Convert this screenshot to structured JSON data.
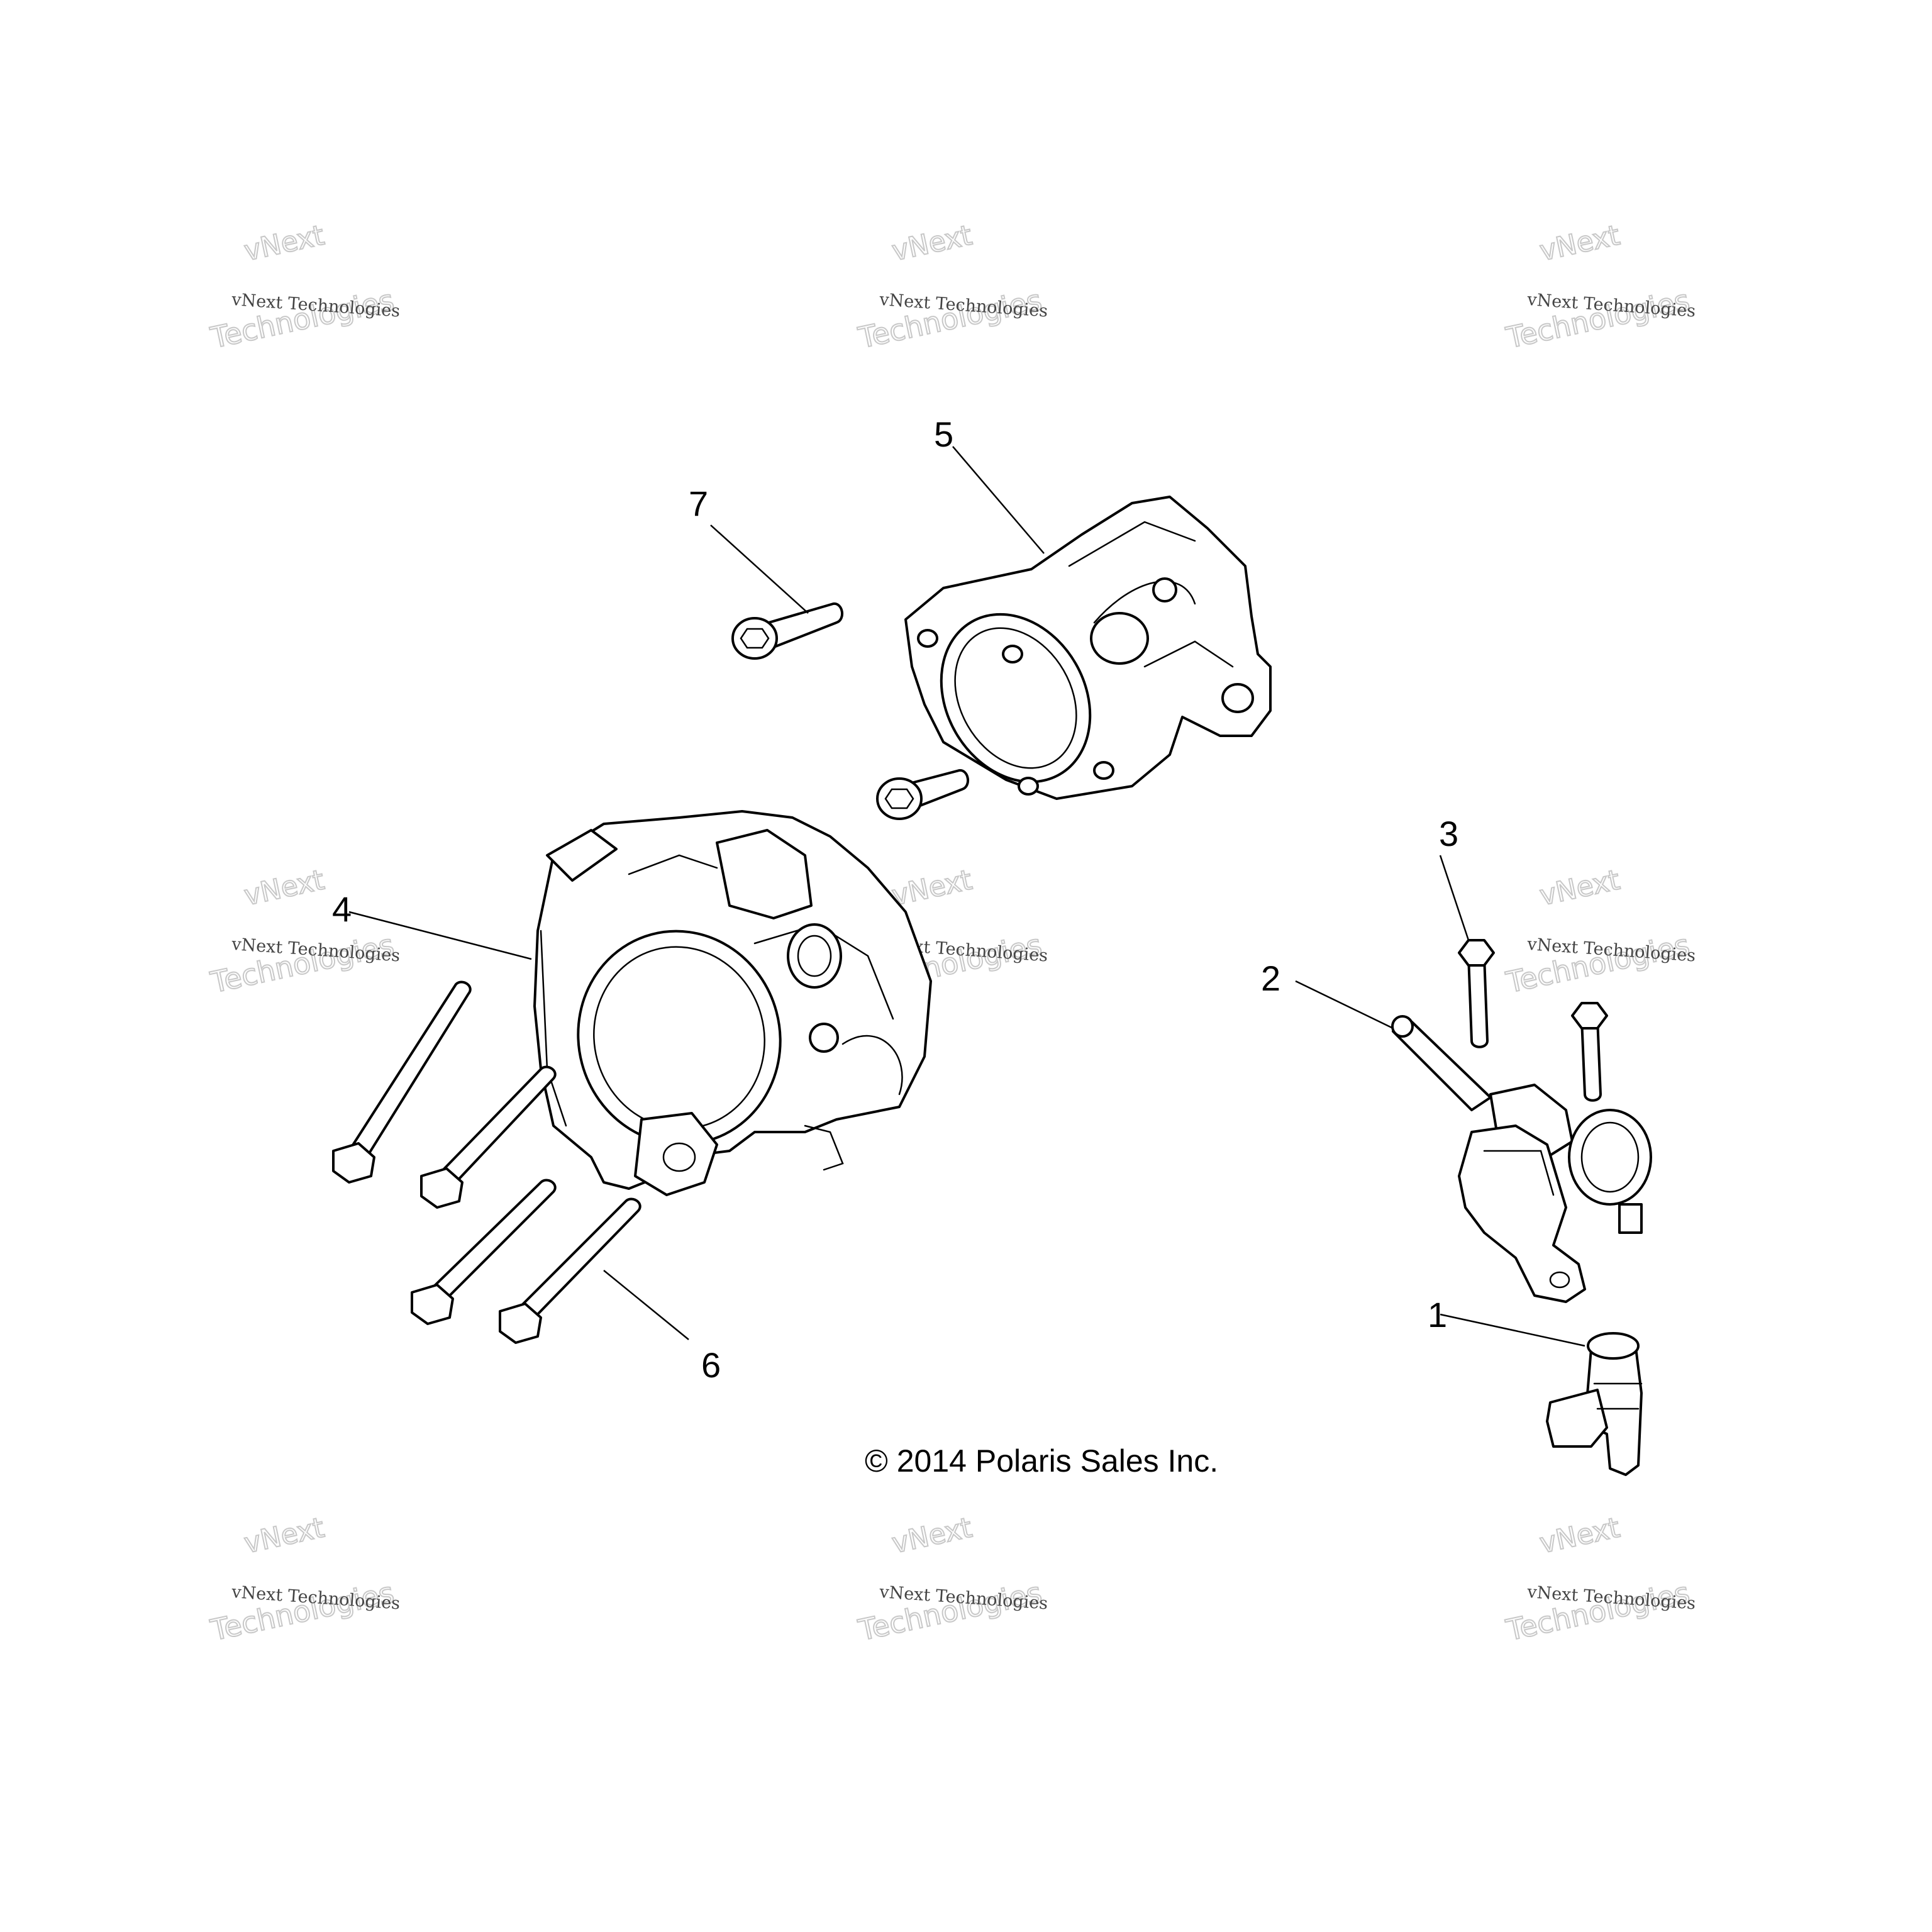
{
  "copyright": "© 2014 Polaris Sales Inc.",
  "watermark": {
    "line1": "vNext Technologies",
    "line2": "Technologies",
    "line3": "vNext"
  },
  "callouts": {
    "c1": "1",
    "c2": "2",
    "c3": "3",
    "c4": "4",
    "c5": "5",
    "c6": "6",
    "c7": "7"
  }
}
